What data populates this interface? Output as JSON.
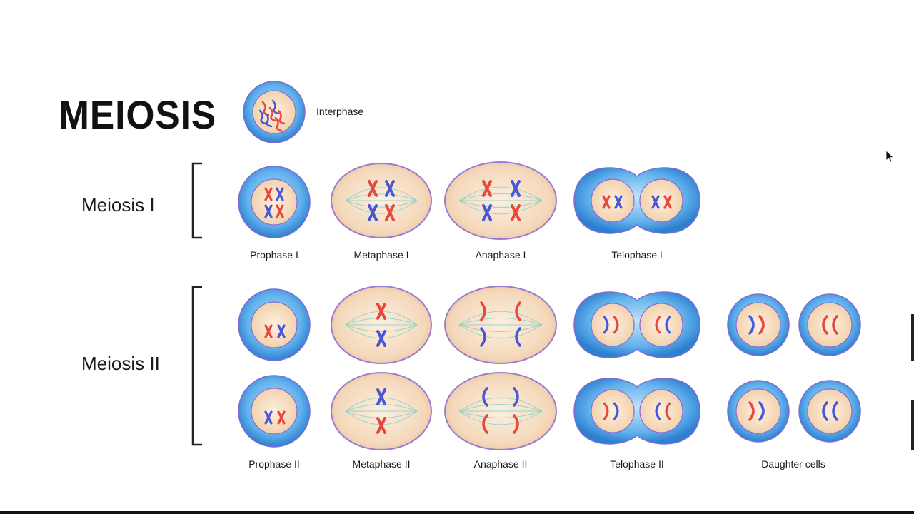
{
  "title": "MEIOSIS",
  "sections": {
    "meiosis1": "Meiosis I",
    "meiosis2": "Meiosis II"
  },
  "stages": {
    "interphase": "Interphase",
    "prophase1": "Prophase I",
    "metaphase1": "Metaphase I",
    "anaphase1": "Anaphase I",
    "telophase1": "Telophase I",
    "prophase2": "Prophase II",
    "metaphase2": "Metaphase II",
    "anaphase2": "Anaphase II",
    "telophase2": "Telophase II",
    "daughter": "Daughter cells"
  },
  "colors": {
    "chromosome_red": "#e8473c",
    "chromosome_blue": "#4a56d6",
    "cell_blue": "#4fa3e6",
    "cytoplasm": "#f6dfc6",
    "spindle": "#7fd1c6"
  }
}
